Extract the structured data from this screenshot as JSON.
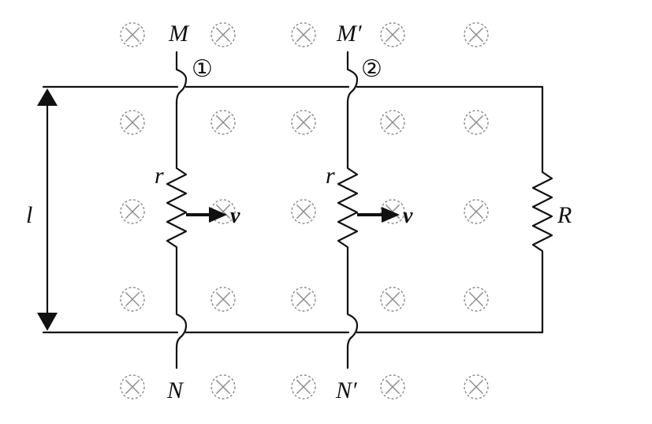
{
  "labels": {
    "rod1_top": "M",
    "rod2_top": "M′",
    "rod1_bottom": "N",
    "rod2_bottom": "N′",
    "rod1_number": "①",
    "rod2_number": "②",
    "rod1_resistance": "r",
    "rod2_resistance": "r",
    "load_resistance": "R",
    "rail_spacing": "l",
    "velocity1": "v",
    "velocity2": "v"
  },
  "field": {
    "direction": "into-page",
    "symbol": "⊗"
  },
  "colors": {
    "wire": "#111111",
    "field_symbol": "#8a8a8a"
  }
}
